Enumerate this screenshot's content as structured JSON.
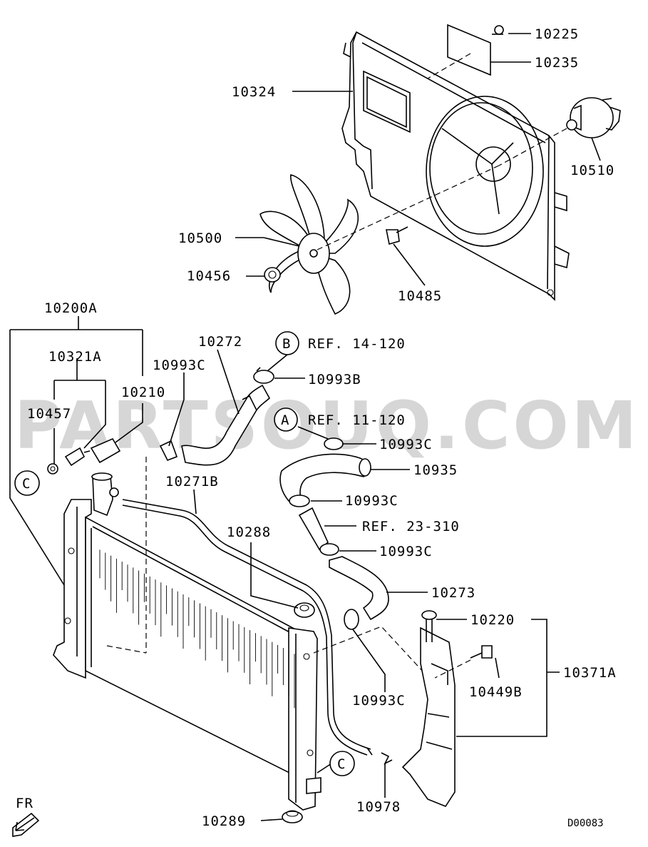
{
  "watermark": "PARTSOUQ.COM",
  "diagram_code": "D00083",
  "orientation_label": "FR",
  "part_labels": {
    "p10225": "10225",
    "p10235": "10235",
    "p10324": "10324",
    "p10510": "10510",
    "p10500": "10500",
    "p10456": "10456",
    "p10485": "10485",
    "p10200A": "10200A",
    "p10321A": "10321A",
    "p10210": "10210",
    "p10457": "10457",
    "p10272": "10272",
    "p10993C_top": "10993C",
    "p10993B": "10993B",
    "p10993C_a": "10993C",
    "p10935": "10935",
    "p10993C_b": "10993C",
    "p10993C_c": "10993C",
    "p10271B": "10271B",
    "p10288": "10288",
    "p10273": "10273",
    "p10220": "10220",
    "p10371A": "10371A",
    "p10449B": "10449B",
    "p10993C_d": "10993C",
    "p10978": "10978",
    "p10289": "10289"
  },
  "references": {
    "ref_b": "REF. 14-120",
    "ref_a": "REF. 11-120",
    "ref_23": "REF. 23-310"
  },
  "callouts": {
    "b": "B",
    "a": "A",
    "c_left": "C",
    "c_bottom": "C"
  }
}
